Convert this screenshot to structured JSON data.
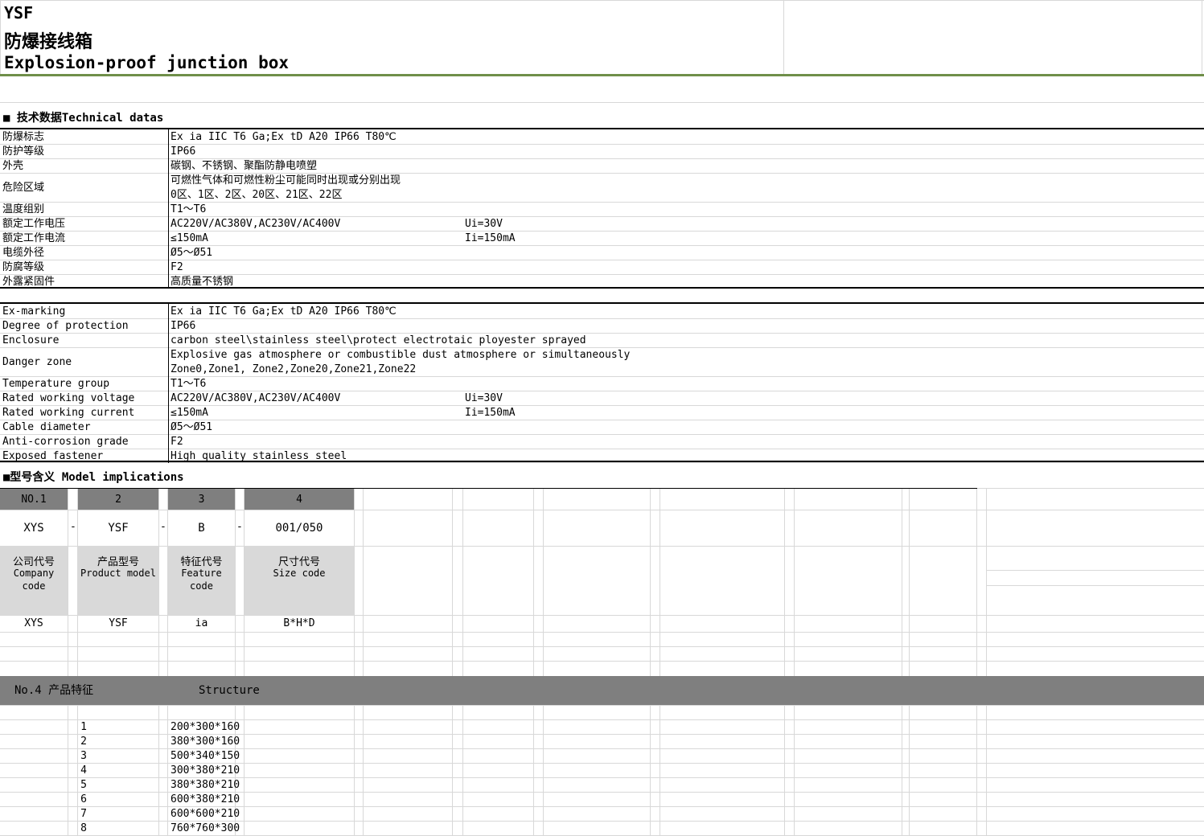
{
  "header": {
    "code": "YSF",
    "title_cn": "防爆接线箱",
    "title_en": "Explosion-proof junction box"
  },
  "tech_section_title": "■ 技术数据Technical datas",
  "tech_cn": [
    {
      "label": "防爆标志",
      "value": "Ex ia IIC T6 Ga;Ex tD A20 IP66 T80℃",
      "value2": ""
    },
    {
      "label": "防护等级",
      "value": "IP66",
      "value2": ""
    },
    {
      "label": "外壳",
      "value": "碳钢、不锈钢、聚酯防静电喷塑",
      "value2": ""
    },
    {
      "label": "危险区域",
      "value": "可燃性气体和可燃性粉尘可能同时出现或分别出现",
      "value_line2": "0区、1区、2区、20区、21区、22区",
      "value2": ""
    },
    {
      "label": "温度组别",
      "value": "T1～T6",
      "value2": ""
    },
    {
      "label": "额定工作电压",
      "value": "AC220V/AC380V,AC230V/AC400V",
      "value2": "Ui=30V"
    },
    {
      "label": "额定工作电流",
      "value": "≤150mA",
      "value2": "Ii=150mA"
    },
    {
      "label": "电缆外径",
      "value": "Ø5～Ø51",
      "value2": ""
    },
    {
      "label": "防腐等级",
      "value": "F2",
      "value2": ""
    },
    {
      "label": "外露紧固件",
      "value": "高质量不锈钢",
      "value2": ""
    }
  ],
  "tech_en": [
    {
      "label": "Ex-marking",
      "value": "Ex ia IIC T6 Ga;Ex tD A20 IP66 T80℃",
      "value2": ""
    },
    {
      "label": "Degree of protection",
      "value": "IP66",
      "value2": ""
    },
    {
      "label": "Enclosure",
      "value": "carbon steel\\stainless steel\\protect electrotaic ployester sprayed",
      "value2": ""
    },
    {
      "label": "Danger zone",
      "value": "Explosive gas atmosphere or combustible dust atmosphere or simultaneously",
      "value_line2": "Zone0,Zone1, Zone2,Zone20,Zone21,Zone22",
      "value2": ""
    },
    {
      "label": "Temperature group",
      "value": "T1～T6",
      "value2": ""
    },
    {
      "label": "Rated working voltage",
      "value": "AC220V/AC380V,AC230V/AC400V",
      "value2": "Ui=30V"
    },
    {
      "label": "Rated working current",
      "value": "≤150mA",
      "value2": "Ii=150mA"
    },
    {
      "label": "Cable diameter",
      "value": "Ø5～Ø51",
      "value2": ""
    },
    {
      "label": "Anti-corrosion grade",
      "value": "F2",
      "value2": ""
    },
    {
      "label": "Exposed fastener",
      "value": "High quality stainless steel",
      "value2": ""
    }
  ],
  "model_section_title": "■型号含义 Model implications",
  "model": {
    "headers": [
      "NO.1",
      "2",
      "3",
      "4"
    ],
    "codes": [
      "XYS",
      "YSF",
      "B",
      "001/050"
    ],
    "separator": "-",
    "desc_cn": [
      "公司代号",
      "产品型号",
      "特征代号",
      "尺寸代号"
    ],
    "desc_en": [
      "Company code",
      "Product model",
      "Feature code",
      "Size code"
    ],
    "examples": [
      "XYS",
      "YSF",
      "ia",
      "B*H*D"
    ]
  },
  "structure": {
    "header_left": "No.4 产品特征",
    "header_right": "Structure",
    "rows": [
      {
        "no": "1",
        "size": "200*300*160"
      },
      {
        "no": "2",
        "size": "380*300*160"
      },
      {
        "no": "3",
        "size": "500*340*150"
      },
      {
        "no": "4",
        "size": "300*380*210"
      },
      {
        "no": "5",
        "size": "380*380*210"
      },
      {
        "no": "6",
        "size": "600*380*210"
      },
      {
        "no": "7",
        "size": "600*600*210"
      },
      {
        "no": "8",
        "size": "760*760*300"
      }
    ]
  },
  "colors": {
    "header_bar": "#7f7f7f",
    "desc_bg": "#d9d9d9",
    "title_rule": "#6f8f4a",
    "gridline": "#d8d8d8"
  }
}
